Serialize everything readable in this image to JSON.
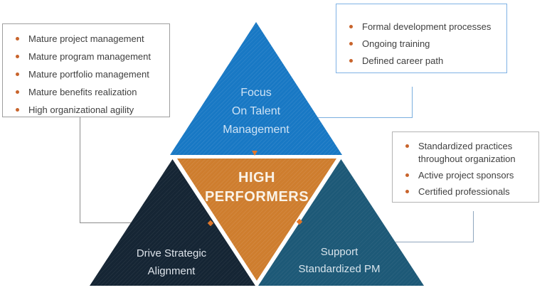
{
  "pyramid": {
    "top": "Focus\nOn Talent\nManagement",
    "center": "HIGH\nPERFORMERS",
    "bottom_left": "Drive Strategic\nAlignment",
    "bottom_right": "Support\nStandardized PM"
  },
  "callouts": {
    "top_left": {
      "items": [
        "Mature project management",
        "Mature program management",
        "Mature portfolio management",
        "Mature benefits realization",
        "High organizational agility"
      ]
    },
    "top_right": {
      "items": [
        "Formal development processes",
        "Ongoing training",
        "Defined career path"
      ]
    },
    "middle_right": {
      "items": [
        "Standardized practices throughout organization",
        "Active project sponsors",
        "Certified professionals"
      ]
    }
  },
  "colors": {
    "top_triangle": "#1878c4",
    "center_triangle": "#ce7d2e",
    "bottom_left_triangle": "#152534",
    "bottom_right_triangle": "#1d5977",
    "bullet": "#c8642c",
    "callout_border_gray": "#9e9e9e",
    "callout_border_blue": "#7fb2e5",
    "connector_gray": "#8c8c8c",
    "connector_blue": "#7aaede",
    "connector_steel": "#8fa6bd",
    "marker_orange": "#e0772a",
    "callout_text": "#3f3f3f"
  }
}
